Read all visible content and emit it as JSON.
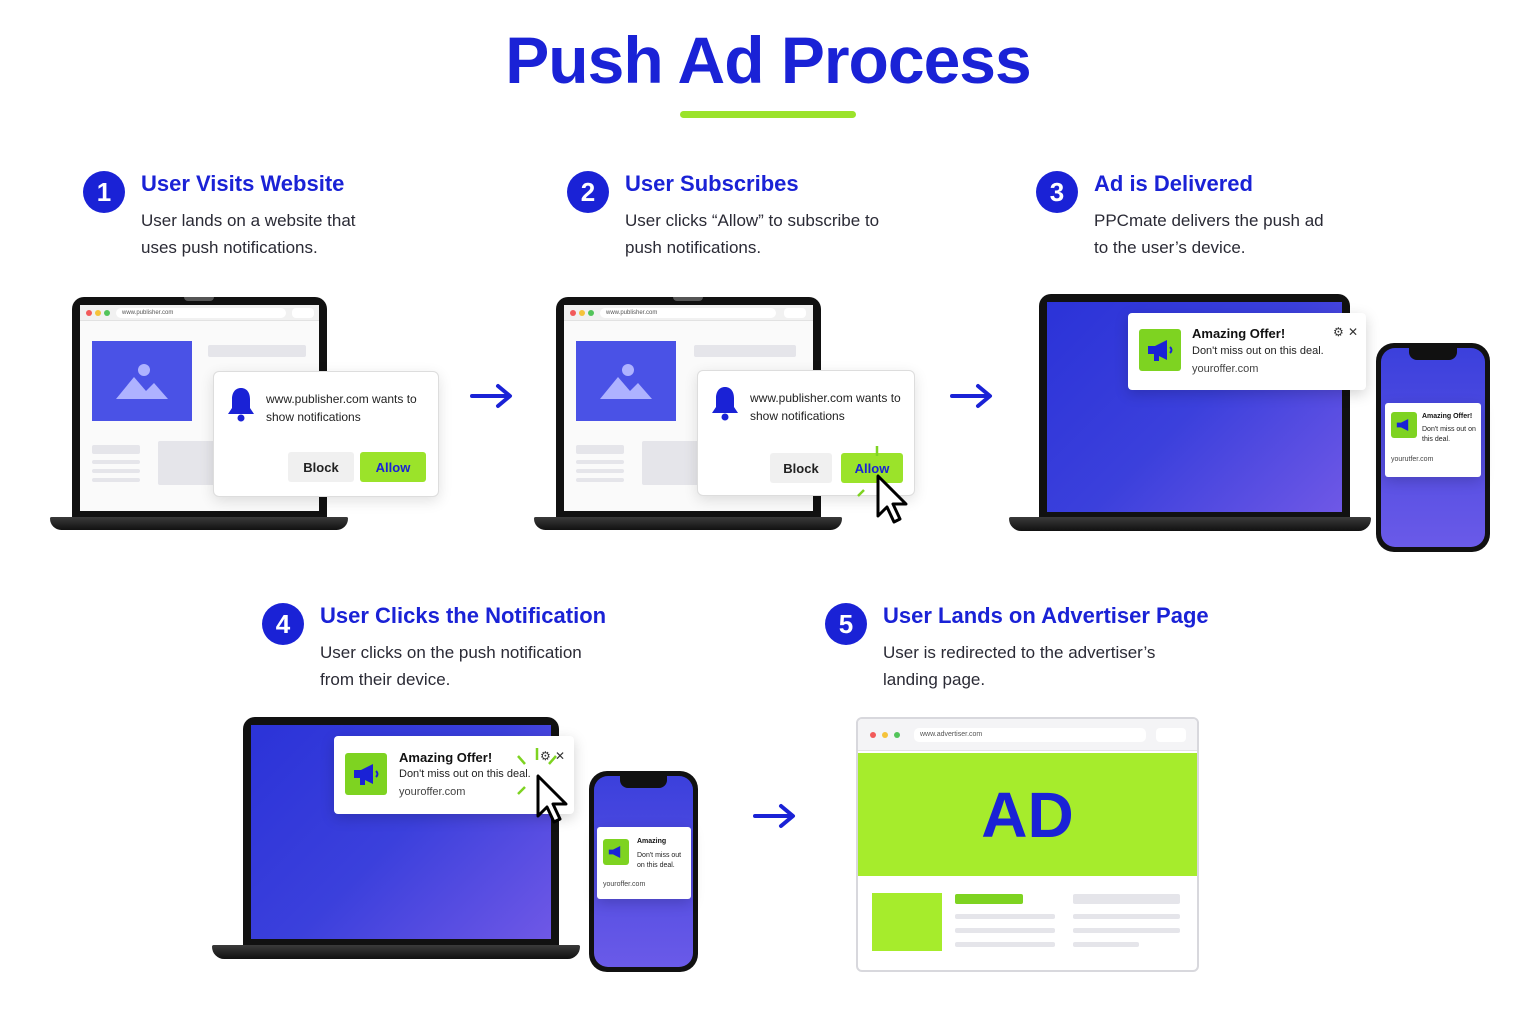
{
  "title": "Push Ad Process",
  "colors": {
    "brand_blue": "#1a22d6",
    "accent_green": "#9be32a",
    "screen_purple": "#3b40dc"
  },
  "steps": [
    {
      "num": "1",
      "title": "User Visits Website",
      "desc": "User lands on a website that uses push notifications."
    },
    {
      "num": "2",
      "title": "User Subscribes",
      "desc": "User clicks “Allow” to subscribe to push notifications."
    },
    {
      "num": "3",
      "title": "Ad is Delivered",
      "desc": "PPCmate delivers the push ad to the user’s device."
    },
    {
      "num": "4",
      "title": "User Clicks the Notification",
      "desc": "User clicks on the push notification from their device."
    },
    {
      "num": "5",
      "title": "User Lands on Advertiser Page",
      "desc": "User is redirected to the advertiser’s landing page."
    }
  ],
  "permission_popup": {
    "message": "www.publisher.com wants to show notifications",
    "block_label": "Block",
    "allow_label": "Allow",
    "icon": "bell-icon"
  },
  "publisher_url": "www.publisher.com",
  "advertiser_url": "www.advertiser.com",
  "notification": {
    "title": "Amazing Offer!",
    "body": "Don't miss out on this deal.",
    "url": "youroffer.com",
    "icon": "megaphone-icon",
    "phone_title_a": "Amazing Offer!",
    "phone_body_a": "Don't miss out on this deal.",
    "phone_url_a": "yourutfer.com",
    "phone_title_b": "Amazing",
    "phone_body_b": "Don't miss out on this deal.",
    "phone_url_b": "youroffer.com"
  },
  "ad_banner": "AD"
}
